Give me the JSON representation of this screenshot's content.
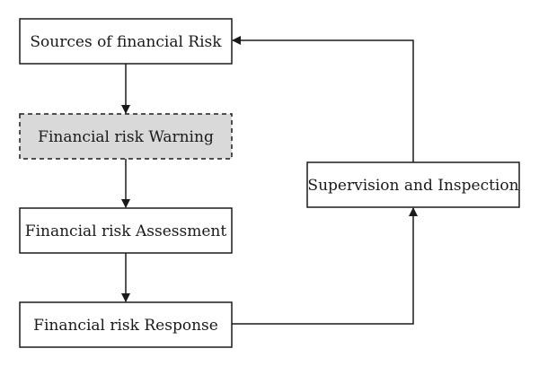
{
  "nodes": {
    "sources": {
      "label": "Sources of financial Risk"
    },
    "warning": {
      "label": "Financial risk Warning"
    },
    "assessment": {
      "label": "Financial risk Assessment"
    },
    "response": {
      "label": "Financial risk Response"
    },
    "supervision": {
      "label": "Supervision and Inspection"
    }
  },
  "colors": {
    "stroke": "#1a1a1a",
    "warning_fill": "#d9d9d9",
    "box_fill": "#ffffff"
  }
}
